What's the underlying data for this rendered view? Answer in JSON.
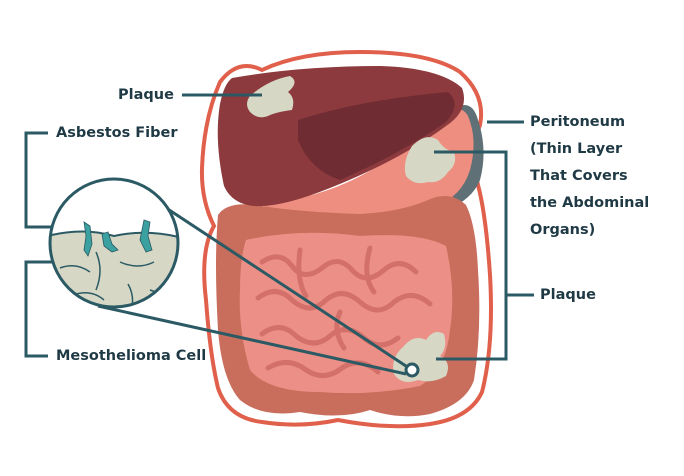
{
  "labels": {
    "plaque_top": "Plaque",
    "asbestos_fiber": "Asbestos Fiber",
    "mesothelioma_cell": "Mesothelioma Cell",
    "peritoneum_lines": [
      "Peritoneum",
      "(Thin Layer",
      "That Covers",
      "the Abdominal",
      "Organs)"
    ],
    "plaque_right": "Plaque"
  },
  "colors": {
    "outline": "#e0604c",
    "liver": "#8c3a3d",
    "liver_dark": "#6f2d33",
    "stomach": "#ee8e80",
    "stomach_shadow": "#5f7176",
    "colon": "#c96e5c",
    "intestine": "#ec8f86",
    "intestine_dark": "#d4706a",
    "plaque": "#d6d8c5",
    "leader": "#2b5a64",
    "text": "#1f3a45"
  }
}
